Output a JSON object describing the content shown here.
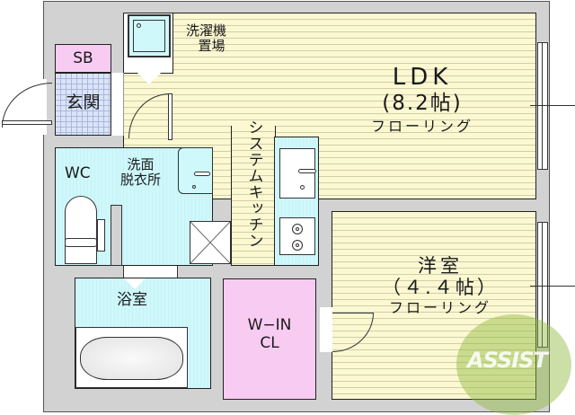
{
  "rooms": {
    "ldk": {
      "name": "LDK",
      "size": "(8.2帖)",
      "floor": "フローリング"
    },
    "western_room": {
      "name": "洋室",
      "size": "（４.４帖）",
      "floor": "フローリング"
    },
    "washer_space": {
      "line1": "洗濯機",
      "line2": "置場"
    },
    "shoe_box": {
      "name": "SB"
    },
    "entrance": {
      "name": "玄関"
    },
    "wc": {
      "name": "WC"
    },
    "washroom": {
      "line1": "洗面",
      "line2": "脱衣所"
    },
    "kitchen": {
      "name": "システムキッチン"
    },
    "bathroom": {
      "name": "浴室"
    },
    "walk_in_closet": {
      "line1": "W−IN",
      "line2": "CL"
    }
  },
  "watermark": {
    "text": "ASSIST"
  },
  "colors": {
    "wood_floor": "#fbf8d2",
    "wet_area": "#cff8fb",
    "closet": "#f8cbf3",
    "entrance_tile": "#dbe4f7",
    "wall": "#d2d2d2",
    "watermark": "#8fb83c"
  }
}
